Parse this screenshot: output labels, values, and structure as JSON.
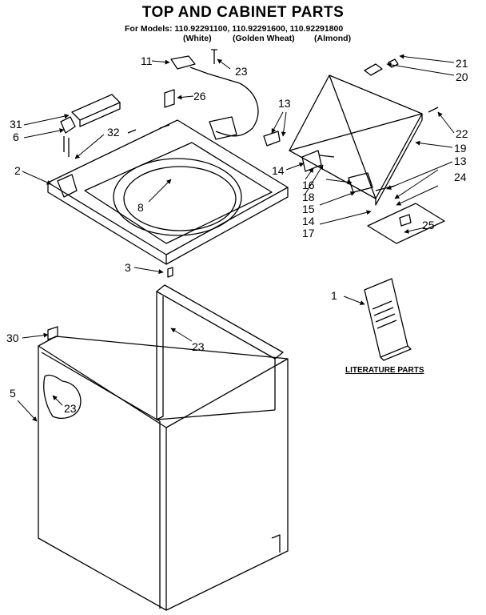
{
  "header": {
    "title": "TOP AND CABINET PARTS",
    "models": "For Models: 110.92291100, 110.92291600, 110.92291800",
    "variants": [
      "(White)",
      "(Golden Wheat)",
      "(Almond)"
    ]
  },
  "literature_label": "LITERATURE PARTS",
  "callouts": [
    "11",
    "23",
    "26",
    "13",
    "21",
    "20",
    "22",
    "19",
    "31",
    "6",
    "32",
    "2",
    "14",
    "16",
    "18",
    "15",
    "13",
    "24",
    "14",
    "17",
    "25",
    "8",
    "3",
    "1",
    "30",
    "23",
    "5",
    "23"
  ]
}
